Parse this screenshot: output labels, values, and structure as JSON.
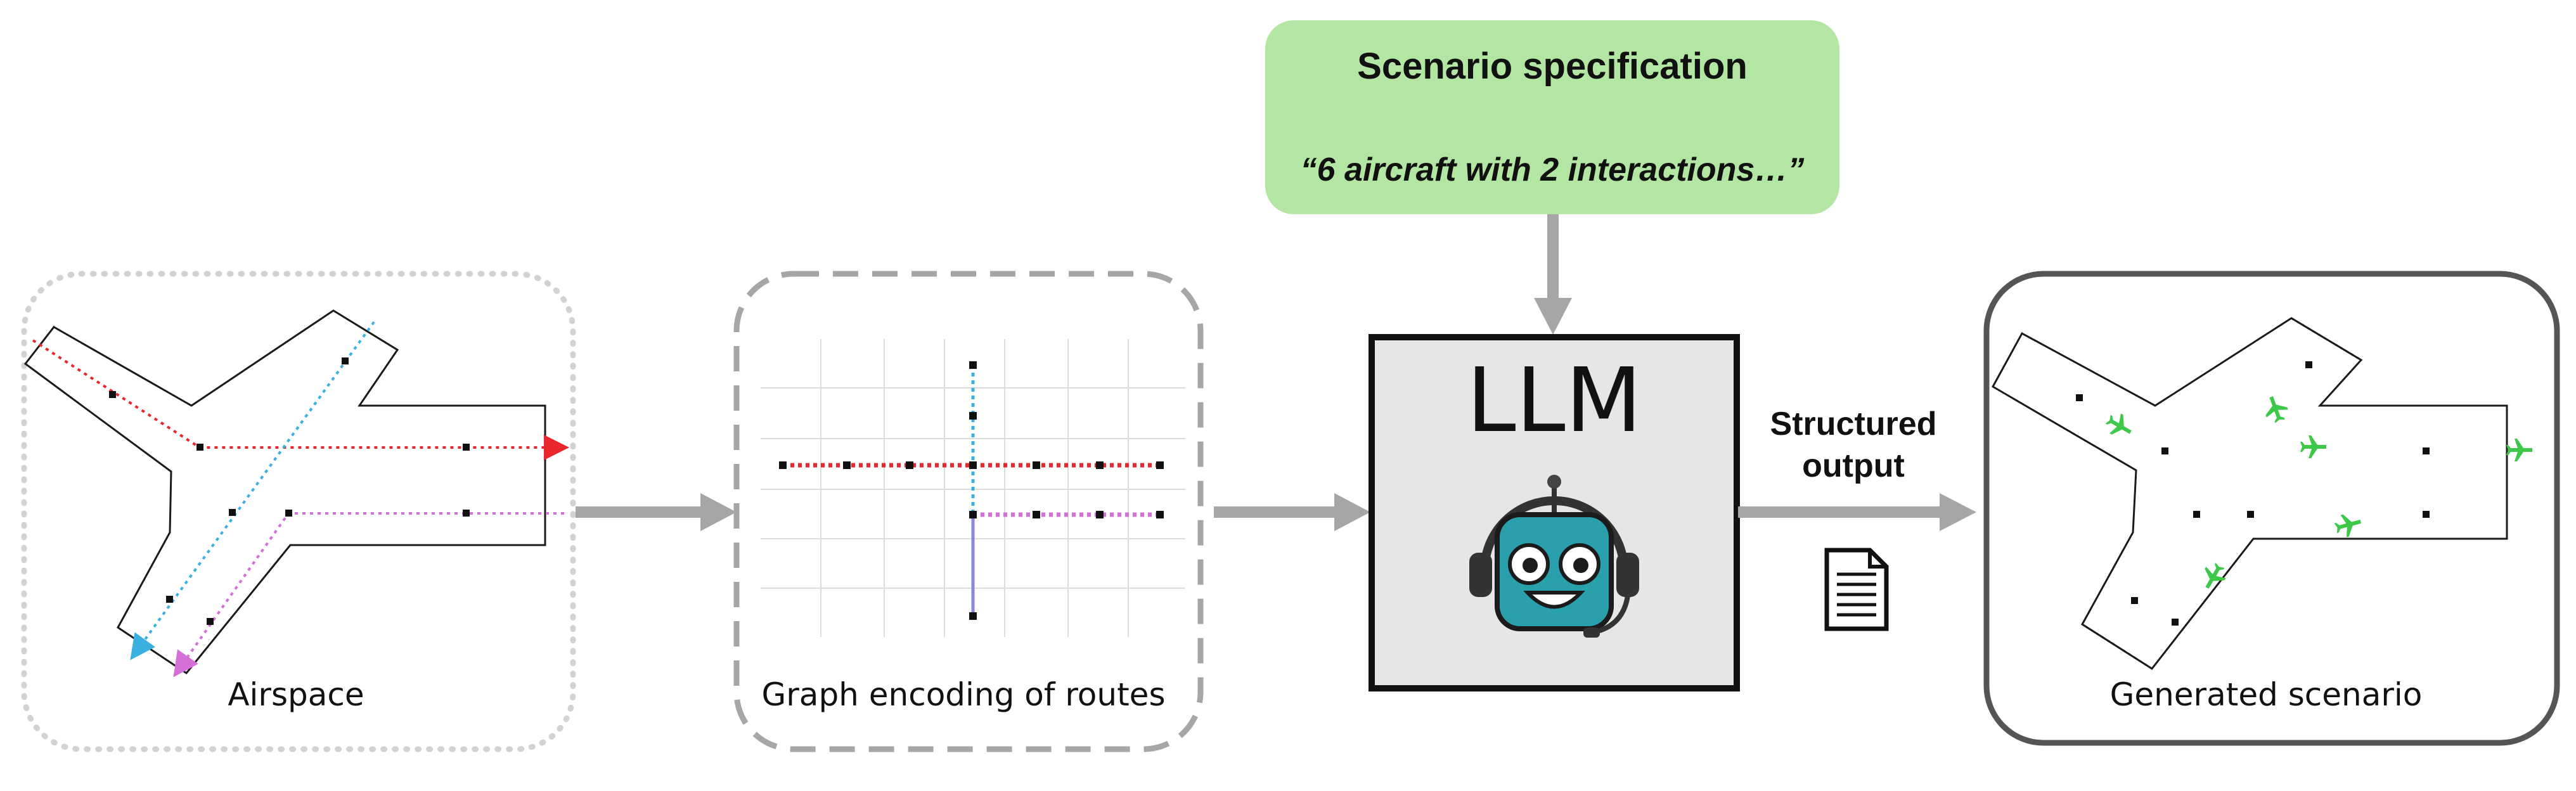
{
  "spec_box": {
    "title": "Scenario specification",
    "quote": "“6 aircraft with 2 interactions…”"
  },
  "panels": {
    "airspace": {
      "label": "Airspace"
    },
    "graph": {
      "label": "Graph encoding of routes"
    },
    "generated": {
      "label": "Generated scenario"
    }
  },
  "llm": {
    "title": "LLM",
    "icon": "robot-headset-icon"
  },
  "structured_output": {
    "line1": "Structured",
    "line2": "output",
    "icon": "document-icon"
  },
  "colors": {
    "spec_fill": "#b3e6a3",
    "arrow": "#a6a6a6",
    "llm_fill": "#e6e6e6",
    "route_red": "#e8262b",
    "route_blue": "#3ab0e0",
    "route_magenta": "#d46fd8",
    "route_purple": "#8a88d8",
    "aircraft_green": "#3ec84a",
    "robot_teal": "#2aa0ad"
  }
}
